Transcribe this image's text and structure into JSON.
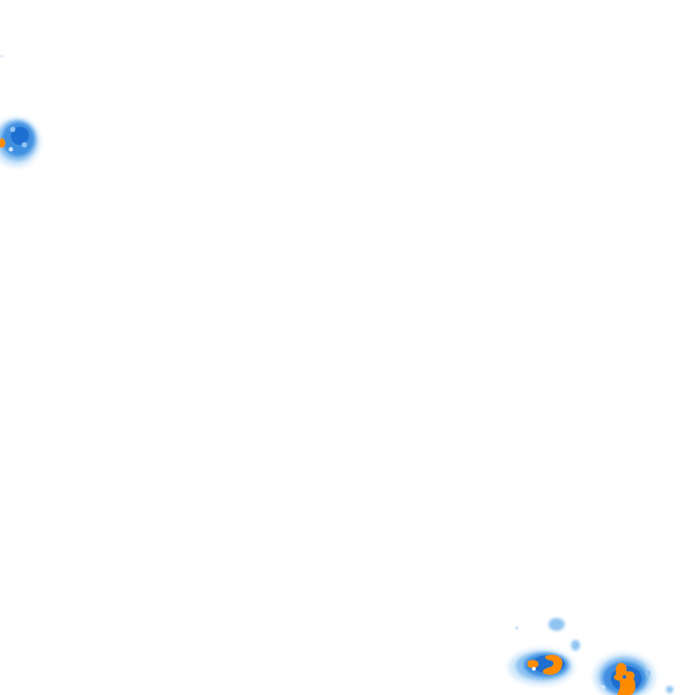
{
  "map": {
    "type": "precipitation-radar-tile",
    "background_color": "#ffffff",
    "intensity_colors": {
      "very_light": "#cfe6fb",
      "light": "#8ec3f2",
      "moderate": "#3f8fe0",
      "heavy": "#1e6fd0",
      "intense": "#ff8c00"
    },
    "echo_cells": [
      {
        "name": "echo-cell-top-left",
        "max_intensity": "intense"
      },
      {
        "name": "echo-cell-bottom-center",
        "max_intensity": "intense"
      },
      {
        "name": "echo-cell-bottom-right",
        "max_intensity": "intense"
      }
    ]
  }
}
